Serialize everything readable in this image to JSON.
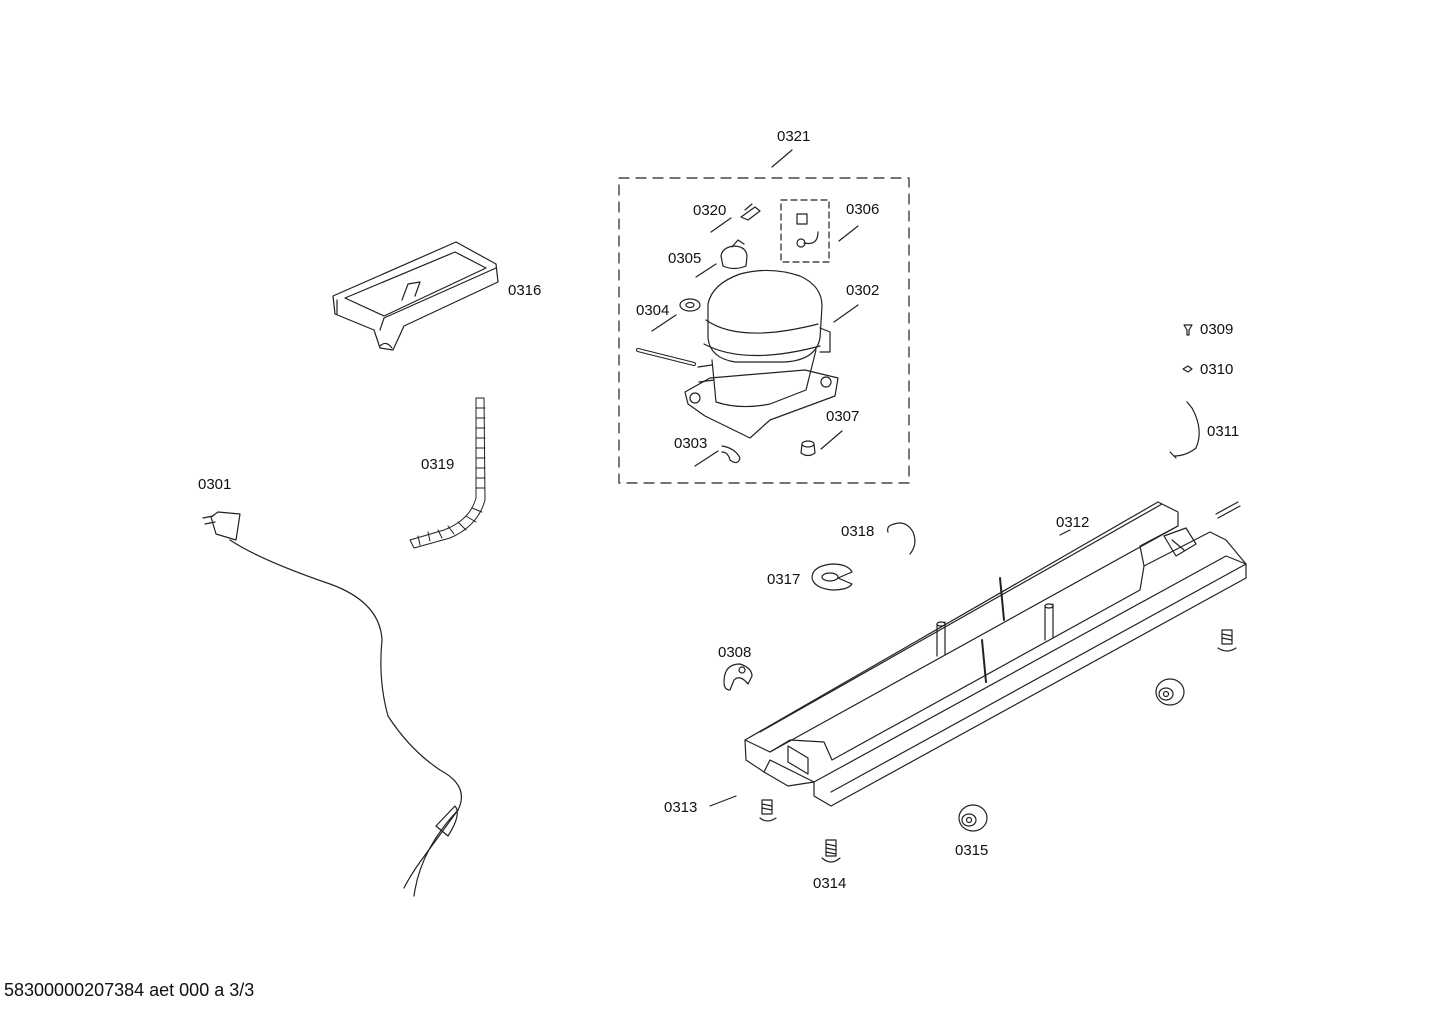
{
  "labels": {
    "p0321": "0321",
    "p0320": "0320",
    "p0306": "0306",
    "p0305": "0305",
    "p0304": "0304",
    "p0302": "0302",
    "p0307": "0307",
    "p0303": "0303",
    "p0316": "0316",
    "p0319": "0319",
    "p0301": "0301",
    "p0309": "0309",
    "p0310": "0310",
    "p0311": "0311",
    "p0312": "0312",
    "p0318": "0318",
    "p0317": "0317",
    "p0308": "0308",
    "p0313": "0313",
    "p0314": "0314",
    "p0315": "0315"
  },
  "footer": "58300000207384 aet 000 a 3/3"
}
